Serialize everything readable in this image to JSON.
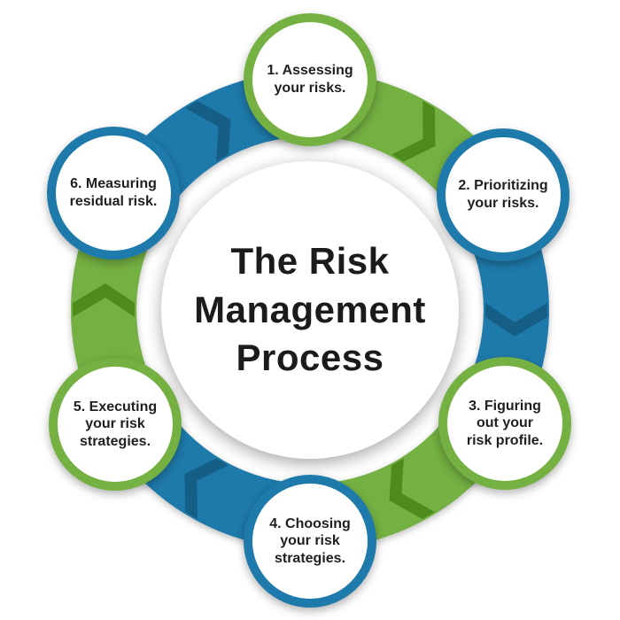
{
  "title": [
    "The Risk",
    "Management",
    "Process"
  ],
  "steps": [
    {
      "id": "1",
      "label": [
        "1. Assessing",
        "your risks."
      ],
      "ring": "green"
    },
    {
      "id": "2",
      "label": [
        "2. Prioritizing",
        "your risks."
      ],
      "ring": "blue"
    },
    {
      "id": "3",
      "label": [
        "3. Figuring",
        "out your",
        "risk profile."
      ],
      "ring": "green"
    },
    {
      "id": "4",
      "label": [
        "4. Choosing",
        "your risk",
        "strategies."
      ],
      "ring": "blue"
    },
    {
      "id": "5",
      "label": [
        "5. Executing",
        "your risk",
        "strategies."
      ],
      "ring": "green"
    },
    {
      "id": "6",
      "label": [
        "6. Measuring",
        "residual risk."
      ],
      "ring": "blue"
    }
  ],
  "colors": {
    "green": "#74b042",
    "green_dark": "#4f8a1d",
    "blue": "#1e7aab",
    "blue_dark": "#155f86",
    "text": "#1f1f1f",
    "background": "#ffffff"
  }
}
